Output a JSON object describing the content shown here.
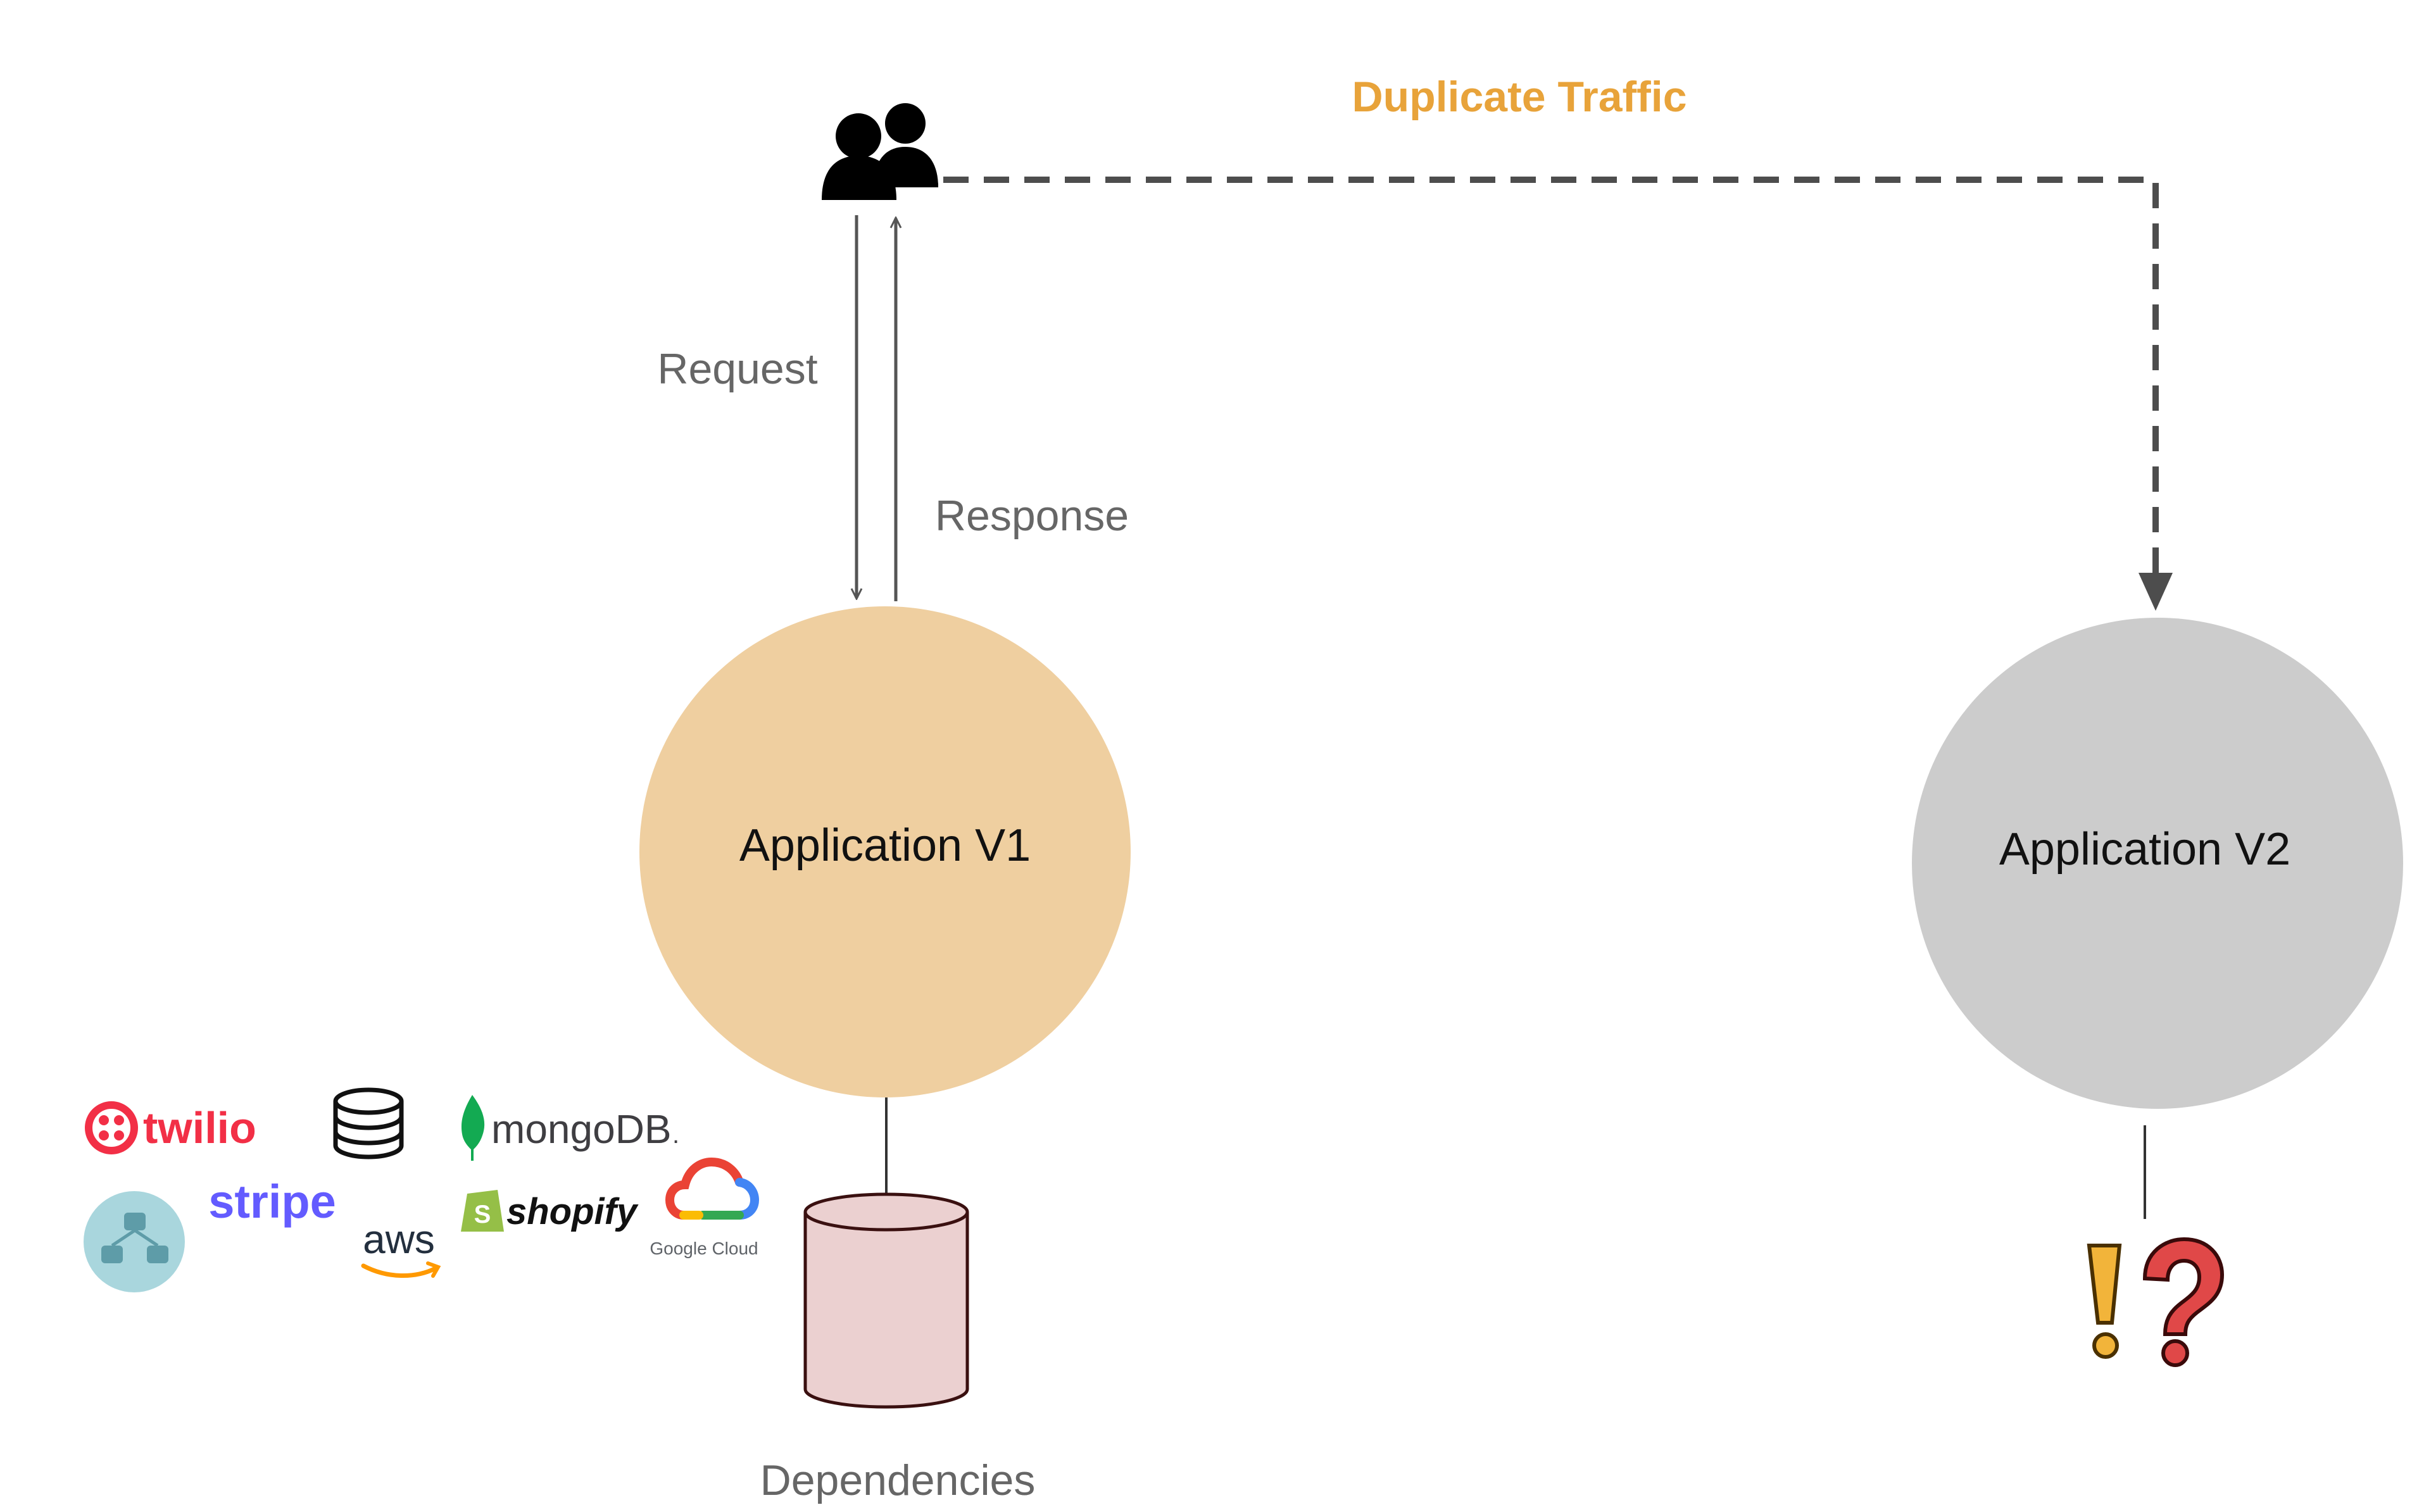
{
  "title": "Duplicate Traffic",
  "colors": {
    "title": "#E8A33A",
    "arrow": "#555555",
    "dashed": "#4d4d4d",
    "app_v1_fill": "#EFCFA0",
    "app_v2_fill": "#CCCCCC",
    "db_fill": "#EBD0D0",
    "db_stroke": "#3a1010",
    "label": "#666666",
    "node_text": "#111111"
  },
  "labels": {
    "request": "Request",
    "response": "Response",
    "dependencies": "Dependencies"
  },
  "nodes": {
    "app_v1": "Application V1",
    "app_v2": "Application V2"
  },
  "logos": {
    "twilio": "twilio",
    "stripe": "stripe",
    "aws": "aws",
    "mongodb": "mongoDB",
    "mongodb_mark": ".",
    "shopify": "shopify",
    "google_cloud": "Google Cloud"
  },
  "icons": {
    "users": "users-icon",
    "database": "database-icon",
    "cylinder": "dependency-cylinder-icon",
    "unknown": "exclamation-question-icon"
  }
}
